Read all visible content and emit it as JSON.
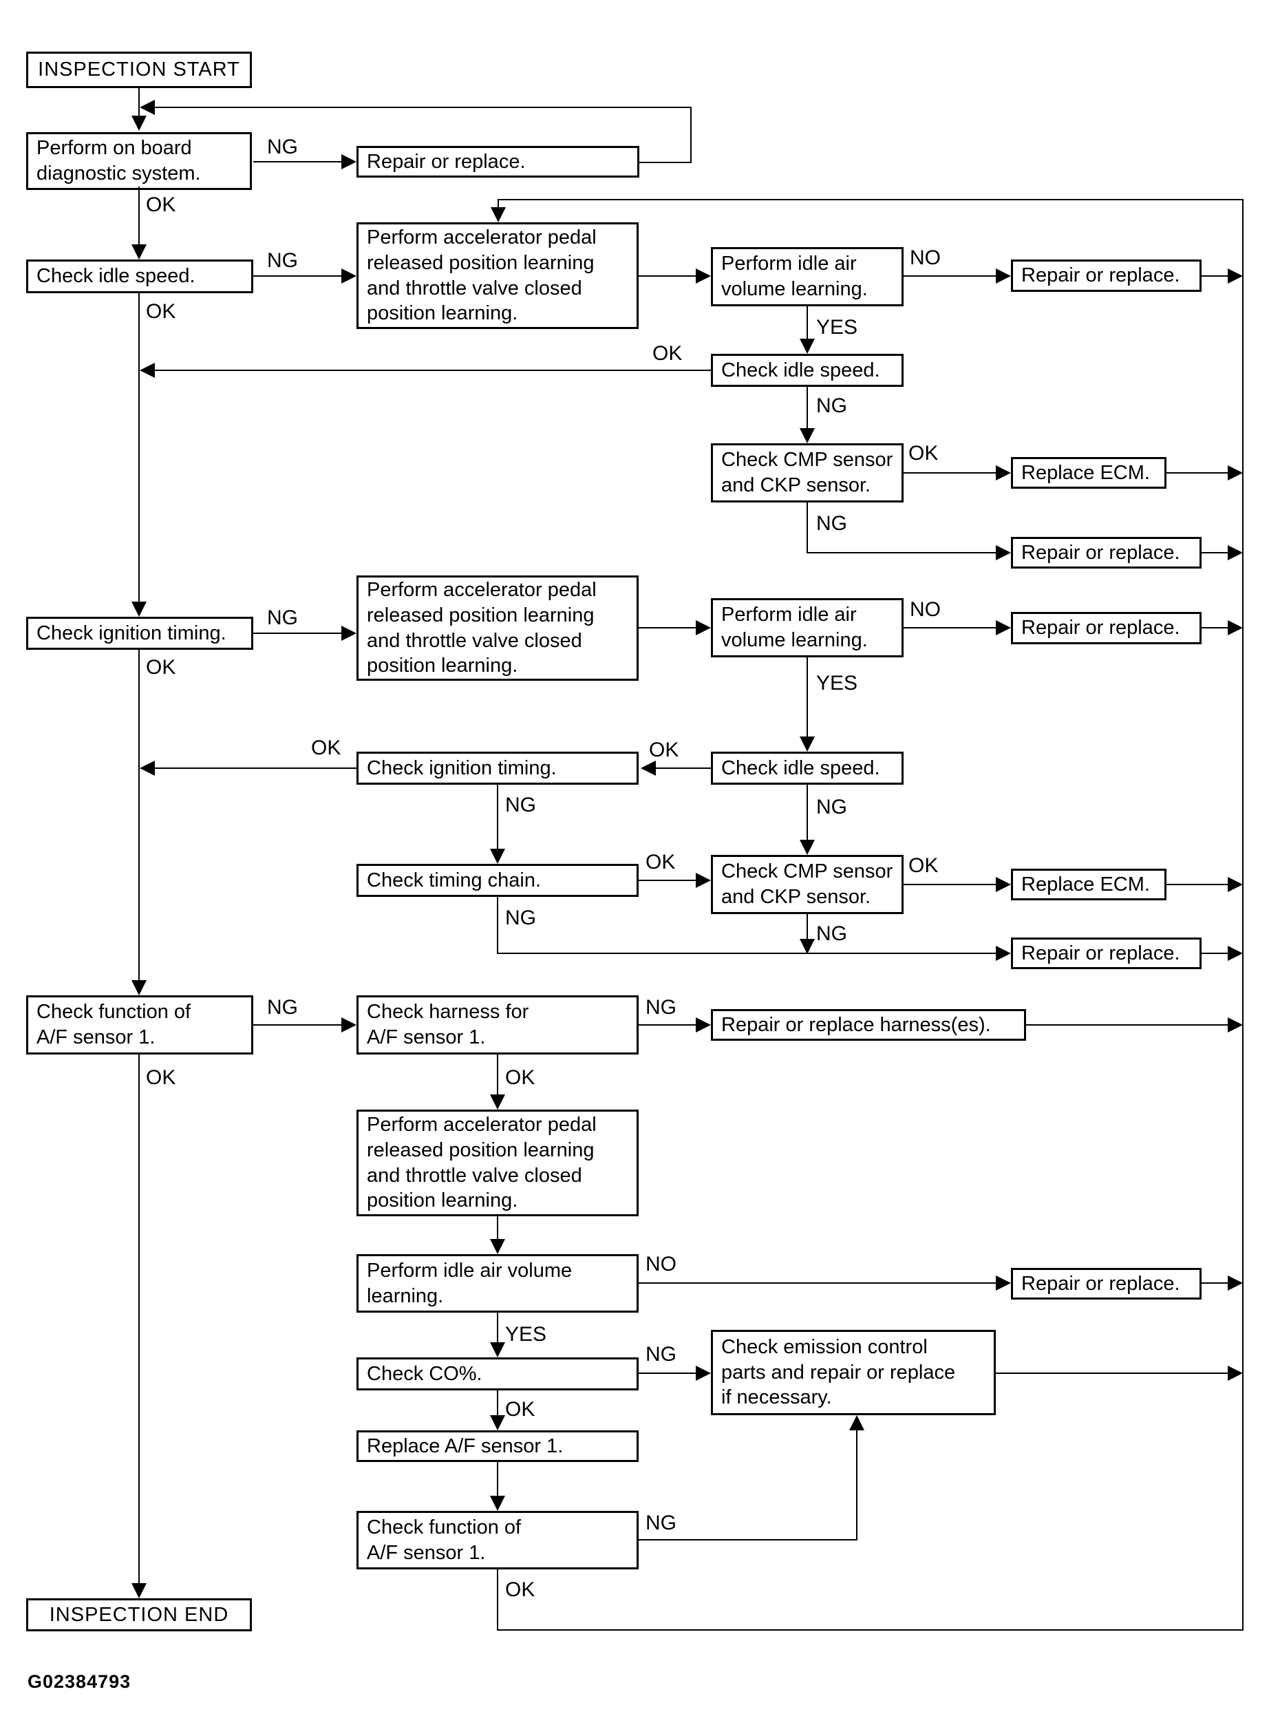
{
  "figure_id": "G02384793",
  "terminals": {
    "start": "INSPECTION START",
    "end": "INSPECTION END"
  },
  "decision_labels": {
    "ok": "OK",
    "ng": "NG",
    "yes": "YES",
    "no": "NO"
  },
  "steps": {
    "perform_on_board": "Perform on board diagnostic system.",
    "check_idle_speed": "Check idle speed.",
    "accel_pedal_learning": "Perform accelerator pedal released position learning and throttle valve closed position learning.",
    "idle_air_volume_learning": "Perform idle air volume learning.",
    "repair_or_replace": "Repair or replace.",
    "check_cmp_ckp": "Check CMP sensor and CKP sensor.",
    "replace_ecm": "Replace ECM.",
    "check_ignition_timing": "Check ignition timing.",
    "check_timing_chain": "Check timing chain.",
    "check_af_function": "Check function of A/F sensor 1.",
    "check_af_harness": "Check harness for A/F sensor 1.",
    "repair_harness": "Repair or replace harness(es).",
    "check_co": "Check CO%.",
    "check_emission": "Check emission control parts and repair or replace if necessary.",
    "replace_af_sensor": "Replace A/F sensor 1."
  }
}
